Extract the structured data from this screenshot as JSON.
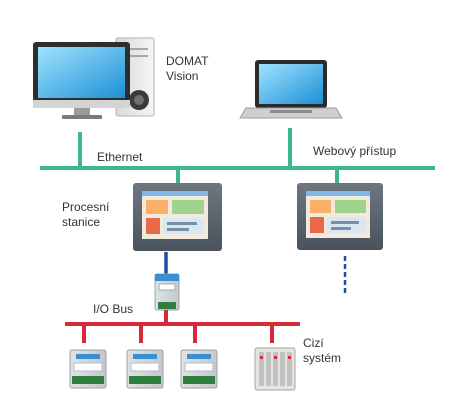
{
  "labels": {
    "vision_line1": "DOMAT",
    "vision_line2": "Vision",
    "ethernet": "Ethernet",
    "web_access": "Webový přístup",
    "station_line1": "Procesní",
    "station_line2": "stanice",
    "io_bus": "I/O Bus",
    "foreign_line1": "Cizí",
    "foreign_line2": "systém"
  },
  "colors": {
    "ethernet_line": "#3fb58f",
    "io_bus_line": "#d62a3a",
    "io_link_line": "#1f4e9c",
    "label_text": "#333333"
  }
}
